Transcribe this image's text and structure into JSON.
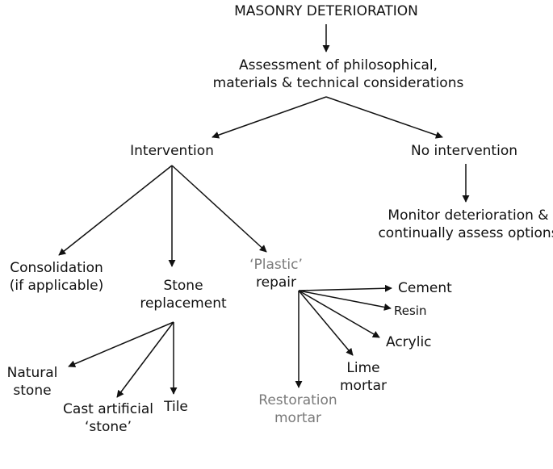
{
  "colors": {
    "text": "#111111",
    "muted_text": "#7a7a7a",
    "line": "#111111",
    "background": "#ffffff"
  },
  "nodes": {
    "root": "MASONRY DETERIORATION",
    "assessment": [
      "Assessment of philosophical,",
      "materials & technical considerations"
    ],
    "intervention": "Intervention",
    "no_intervention": "No intervention",
    "monitor": [
      "Monitor deterioration &",
      "continually assess options"
    ],
    "consolidation": [
      "Consolidation",
      "(if applicable)"
    ],
    "stone_replacement": [
      "Stone",
      "replacement"
    ],
    "plastic_repair": [
      "‘Plastic’",
      "repair"
    ],
    "cement": "Cement",
    "resin": "Resin",
    "acrylic": "Acrylic",
    "lime_mortar": [
      "Lime",
      "mortar"
    ],
    "restoration_mortar": [
      "Restoration",
      "mortar"
    ],
    "natural_stone": [
      "Natural",
      "stone"
    ],
    "cast_artificial_stone": [
      "Cast artificial",
      "‘stone’"
    ],
    "tile": "Tile"
  }
}
